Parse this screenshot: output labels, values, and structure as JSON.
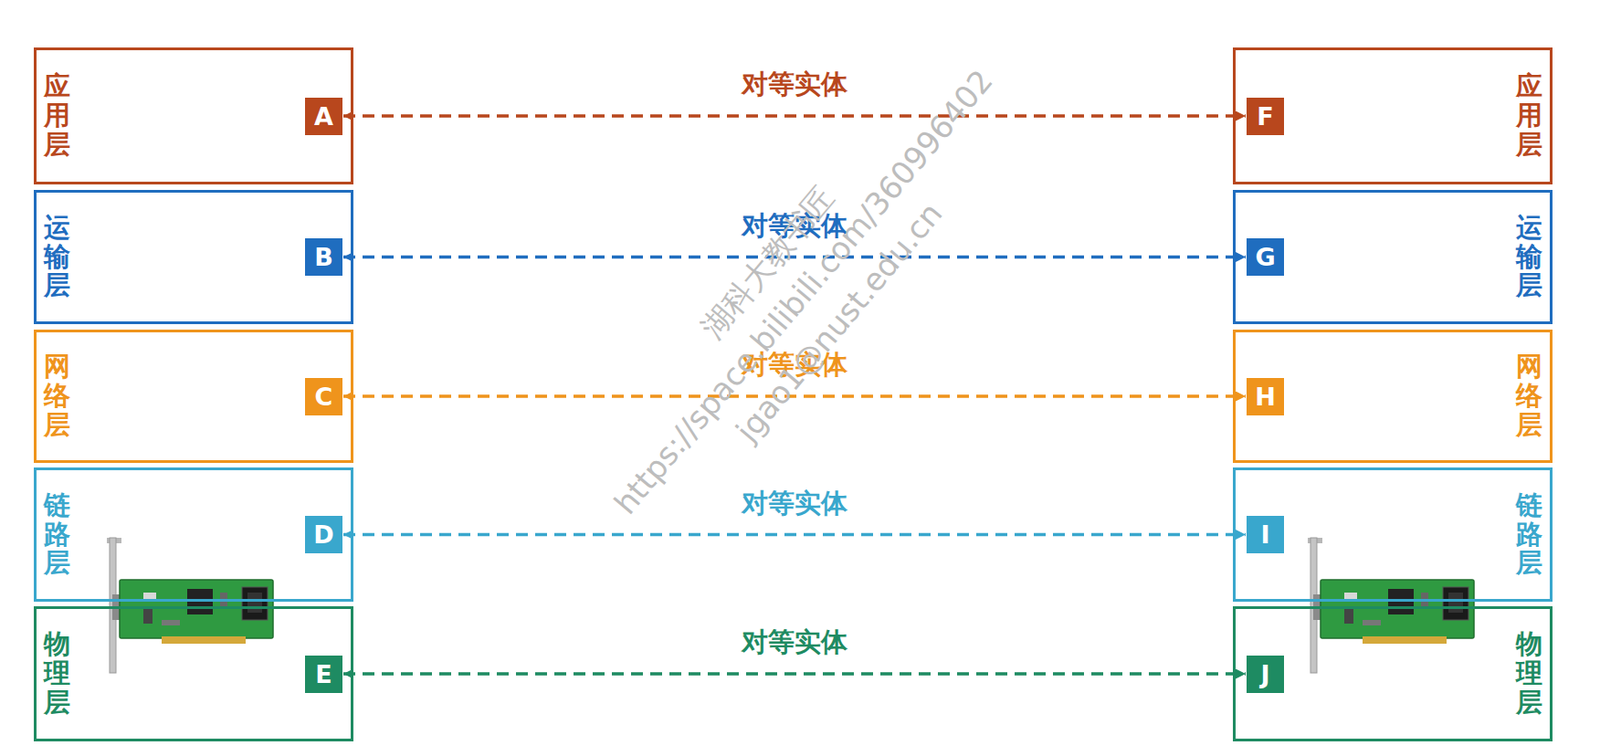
{
  "diagram": {
    "nodes": [
      {
        "text": [
          "应用层"
        ]
      },
      {
        "text": [
          "A"
        ],
        "in": 0
      },
      {
        "text": [
          "应用层"
        ]
      },
      {
        "text": [
          "F"
        ],
        "in": 2
      },
      {
        "text": [
          "运输层"
        ]
      },
      {
        "text": [
          "B"
        ],
        "in": 4
      },
      {
        "text": [
          "运输层"
        ]
      },
      {
        "text": [
          "G"
        ],
        "in": 6
      },
      {
        "text": [
          "网络层"
        ]
      },
      {
        "text": [
          "C"
        ],
        "in": 8
      },
      {
        "text": [
          "网络层"
        ]
      },
      {
        "text": [
          "H"
        ],
        "in": 10
      },
      {
        "text": [
          "链路层"
        ]
      },
      {
        "text": [
          "D"
        ],
        "in": 12
      },
      {
        "text": [
          "链路层"
        ]
      },
      {
        "text": [
          "I"
        ],
        "in": 14
      },
      {
        "text": [
          "物理层"
        ]
      },
      {
        "text": [
          "E"
        ],
        "in": 16
      },
      {
        "text": [
          "物理层"
        ]
      },
      {
        "text": [
          "J"
        ],
        "in": 18
      }
    ],
    "edges": [
      {
        "from": 1,
        "to": 3,
        "label": "对等实体",
        "arrow": "both"
      },
      {
        "from": 5,
        "to": 7,
        "label": "对等实体",
        "arrow": "both"
      },
      {
        "from": 9,
        "to": 11,
        "label": "对等实体",
        "arrow": "both"
      },
      {
        "from": 13,
        "to": 15,
        "label": "对等实体",
        "arrow": "both"
      },
      {
        "from": 17,
        "to": 19,
        "label": "对等实体",
        "arrow": "both"
      }
    ],
    "labels": [
      "湖科大教书匠",
      "https://space.bilibili.com/360996402",
      "jgao1@nust.edu.cn"
    ]
  }
}
